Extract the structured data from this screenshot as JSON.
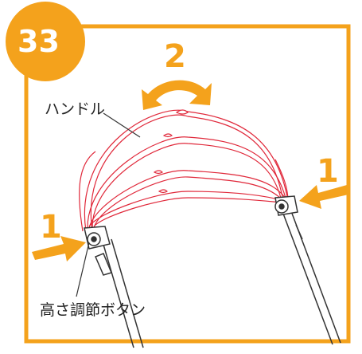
{
  "step_number": "33",
  "labels": {
    "handle": "ハンドル",
    "height_button": "高さ調節ボタン"
  },
  "steps": {
    "press": "1",
    "rotate": "2"
  },
  "colors": {
    "accent": "#f4a21c",
    "frame_line": "#e0283a",
    "outline": "#333333"
  },
  "icons": [
    "press-arrow-icon",
    "rotate-arrow-icon"
  ]
}
